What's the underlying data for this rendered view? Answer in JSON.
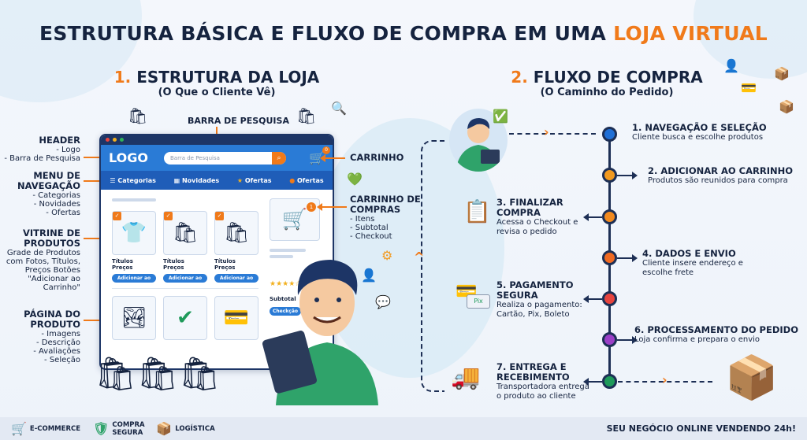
{
  "title": {
    "main": "ESTRUTURA BÁSICA E FLUXO DE COMPRA EM UMA ",
    "highlight": "LOJA VIRTUAL"
  },
  "section1": {
    "number": "1.",
    "title": "ESTRUTURA DA LOJA",
    "subtitle": "(O Que o Cliente Vê)"
  },
  "section2": {
    "number": "2.",
    "title": "FLUXO DE COMPRA",
    "subtitle": "(O Caminho do Pedido)"
  },
  "left_labels": [
    {
      "title": "HEADER",
      "lines": "- Logo\n- Barra de Pesquisa"
    },
    {
      "title": "MENU DE NAVEGAÇÃO",
      "lines": "- Categorias\n- Novidades\n- Ofertas"
    },
    {
      "title": "VITRINE DE PRODUTOS",
      "lines": "Grade de Produtos com Fotos, Títulos, Preços Botões \"Adicionar ao Carrinho\""
    },
    {
      "title": "PÁGINA DO PRODUTO",
      "lines": "- Imagens\n- Descrição\n- Avaliações\n- Seleção"
    }
  ],
  "top_label": "BARRA DE PESQUISA",
  "right_labels": {
    "cart": "CARRINHO",
    "shopping_cart": {
      "title": "CARRINHO DE COMPRAS",
      "lines": "- Itens\n- Subtotal\n- Checkout"
    }
  },
  "browser": {
    "logo": "LOGO",
    "search_placeholder": "Barra de Pesquisa",
    "cart_count": "0",
    "nav": [
      "Categorias",
      "Novidades",
      "Ofertas",
      "Ofertas"
    ],
    "products": [
      {
        "title": "Títulos",
        "price": "Preços",
        "button": "Adicionar ao"
      },
      {
        "title": "Títulos",
        "price": "Preços",
        "button": "Adicionar ao"
      },
      {
        "title": "Títulos",
        "price": "Preços",
        "button": "Adicionar ao"
      }
    ],
    "side_cart_count": "1",
    "rating": "★★★★☆",
    "subtotal": "Subtotal",
    "checkout_button": "Checkção"
  },
  "steps": [
    {
      "title": "1. NAVEGAÇÃO E SELEÇÃO",
      "desc": "Cliente busca e escolhe produtos",
      "color": "#1f6fd6"
    },
    {
      "title": "2. ADICIONAR AO CARRINHO",
      "desc": "Produtos são reunidos para compra",
      "color": "#f29a1f"
    },
    {
      "title": "3. FINALIZAR COMPRA",
      "desc": "Acessa o Checkout e revisa o pedido",
      "color": "#f28a1f"
    },
    {
      "title": "4. DADOS E ENVIO",
      "desc": "Cliente insere endereço e escolhe frete",
      "color": "#f06a22"
    },
    {
      "title": "5. PAGAMENTO SEGURA",
      "desc": "Realiza o pagamento: Cartão, Pix, Boleto",
      "color": "#e8443e"
    },
    {
      "title": "6. PROCESSAMENTO DO PEDIDO",
      "desc": "Loja confirma e prepara o envio",
      "color": "#9b3fc7"
    },
    {
      "title": "7. ENTREGA E RECEBIMENTO",
      "desc": "Transportadora entrega o produto ao cliente",
      "color": "#1e9a5a"
    }
  ],
  "pix_label": "Pix",
  "footer": {
    "items": [
      "E-COMMERCE",
      "COMPRA SEGURA",
      "LOGÍSTICA"
    ],
    "slogan": "SEU NEGÓCIO ONLINE VENDENDO 24h!"
  }
}
